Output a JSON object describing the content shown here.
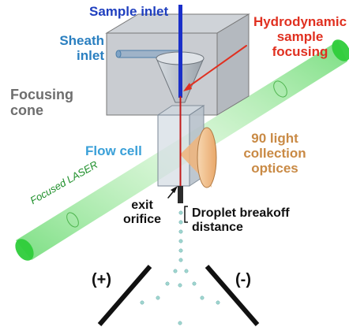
{
  "labels": {
    "sample_inlet": "Sample inlet",
    "sheath_inlet_line1": "Sheath",
    "sheath_inlet_line2": "inlet",
    "hydro_line1": "Hydrodynamic",
    "hydro_line2": "sample",
    "hydro_line3": "focusing",
    "focusing_cone_line1": "Focusing",
    "focusing_cone_line2": "cone",
    "flow_cell": "Flow cell",
    "light_line1": "90 light",
    "light_line2": "collection",
    "light_line3": "optices",
    "focused_laser": "Focused LASER",
    "exit_line1": "exit",
    "exit_line2": "orifice",
    "breakoff_line1": "Droplet breakoff",
    "breakoff_line2": "distance",
    "plus_plate": "(+)",
    "minus_plate": "(-)"
  },
  "colors": {
    "sample_inlet": "#1f3fbf",
    "sheath_inlet": "#2a7fc0",
    "hydrodynamic": "#e03020",
    "focusing_cone": "#6e6e6e",
    "flow_cell": "#3aa0d8",
    "light_collection": "#c98a45",
    "laser": "#2ecc3a",
    "black_text": "#111111"
  }
}
